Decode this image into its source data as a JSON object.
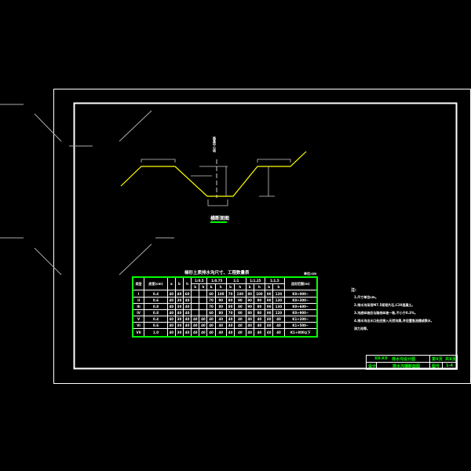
{
  "drawing": {
    "section_title": "横断面图",
    "center_label": "路基中心线",
    "table_title": "梯形土质排水沟尺寸、工程数量表",
    "unit_label": "单位:cm",
    "table": {
      "headers": [
        "类型",
        "底宽(cm)",
        "a",
        "b",
        "h",
        "1:0.5",
        "1:0.75",
        "1:1",
        "1:1.25",
        "1:1.5",
        "适用范围(m)"
      ],
      "subheaders": [
        "b",
        "h",
        "b",
        "h",
        "b",
        "h",
        "b",
        "h",
        "b",
        "h"
      ],
      "rows": [
        [
          "I",
          "0.4",
          "40",
          "40",
          "60",
          "",
          "",
          "60",
          "100",
          "70",
          "100",
          "80",
          "100",
          "90",
          "120",
          "K0+000~"
        ],
        [
          "II",
          "0.6",
          "40",
          "30",
          "40",
          "",
          "",
          "70",
          "90",
          "80",
          "90",
          "90",
          "90",
          "90",
          "130",
          "K0+300~"
        ],
        [
          "III",
          "0.8",
          "40",
          "30",
          "40",
          "",
          "",
          "70",
          "80",
          "80",
          "80",
          "90",
          "80",
          "90",
          "130",
          "K0+600~"
        ],
        [
          "IV",
          "0.8",
          "40",
          "40",
          "40",
          "",
          "",
          "60",
          "80",
          "70",
          "80",
          "80",
          "80",
          "90",
          "120",
          "K0+900~"
        ],
        [
          "V",
          "0.4",
          "40",
          "30",
          "40",
          "40",
          "40",
          "40",
          "40",
          "40",
          "40",
          "40",
          "40",
          "40",
          "40",
          "K1+200~"
        ],
        [
          "VI",
          "0.6",
          "40",
          "30",
          "40",
          "40",
          "40",
          "40",
          "40",
          "40",
          "40",
          "40",
          "40",
          "40",
          "40",
          "K1+500~"
        ],
        [
          "VII",
          "1.0",
          "40",
          "30",
          "40",
          "40",
          "40",
          "40",
          "40",
          "40",
          "40",
          "40",
          "40",
          "40",
          "40",
          "K1+800以下"
        ]
      ]
    },
    "notes": {
      "heading": "注:",
      "items": [
        "1.尺寸单位cm。",
        "2.排水沟采用M7.5浆砌片石,C20混凝土。",
        "3.沟底纵坡应与路线纵坡一致,不小于0.3%。",
        "4.排水沟出水口处应接入天然沟渠,并设置急流槽或跌水,",
        "  消力池等。"
      ]
    },
    "title_block": {
      "project": "XX-XX",
      "drawing_name": "排水沟设计图",
      "sheet": "第X页",
      "total": "共X页",
      "designer": "设计",
      "subtitle": "排水沟横断面图",
      "drawing_no_label": "图号",
      "drawing_no": "1-4"
    }
  },
  "colors": {
    "frame": "#ffffff",
    "accent": "#00ff00",
    "profile": "#ffff00",
    "dim": "#c0c0c0"
  }
}
